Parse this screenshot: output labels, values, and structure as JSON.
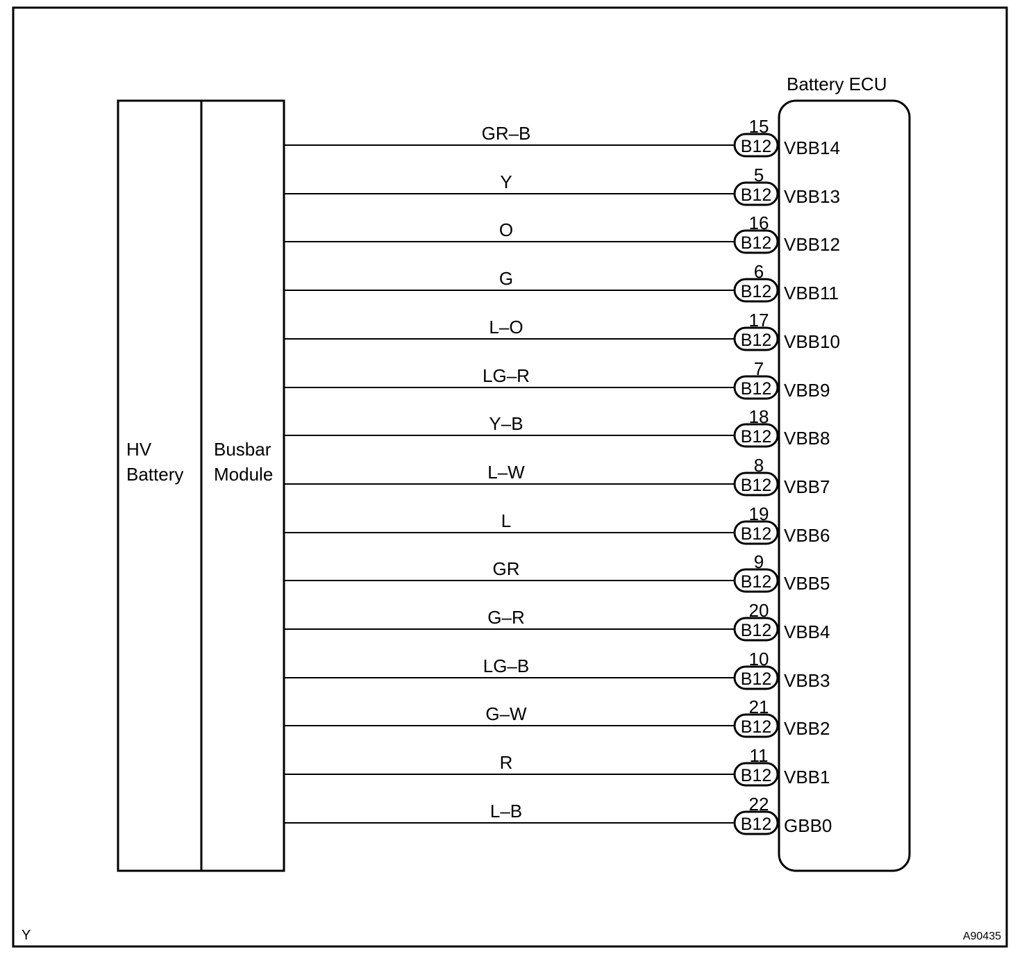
{
  "blocks": {
    "hv_battery": [
      "HV",
      "Battery"
    ],
    "busbar_module": [
      "Busbar",
      "Module"
    ],
    "ecu_title": "Battery ECU"
  },
  "connector": "B12",
  "wires": [
    {
      "color": "GR–B",
      "pin": "15",
      "terminal": "VBB14"
    },
    {
      "color": "Y",
      "pin": "5",
      "terminal": "VBB13"
    },
    {
      "color": "O",
      "pin": "16",
      "terminal": "VBB12"
    },
    {
      "color": "G",
      "pin": "6",
      "terminal": "VBB11"
    },
    {
      "color": "L–O",
      "pin": "17",
      "terminal": "VBB10"
    },
    {
      "color": "LG–R",
      "pin": "7",
      "terminal": "VBB9"
    },
    {
      "color": "Y–B",
      "pin": "18",
      "terminal": "VBB8"
    },
    {
      "color": "L–W",
      "pin": "8",
      "terminal": "VBB7"
    },
    {
      "color": "L",
      "pin": "19",
      "terminal": "VBB6"
    },
    {
      "color": "GR",
      "pin": "9",
      "terminal": "VBB5"
    },
    {
      "color": "G–R",
      "pin": "20",
      "terminal": "VBB4"
    },
    {
      "color": "LG–B",
      "pin": "10",
      "terminal": "VBB3"
    },
    {
      "color": "G–W",
      "pin": "21",
      "terminal": "VBB2"
    },
    {
      "color": "R",
      "pin": "11",
      "terminal": "VBB1"
    },
    {
      "color": "L–B",
      "pin": "22",
      "terminal": "GBB0"
    }
  ],
  "footer": {
    "left": "Y",
    "right": "A90435"
  }
}
